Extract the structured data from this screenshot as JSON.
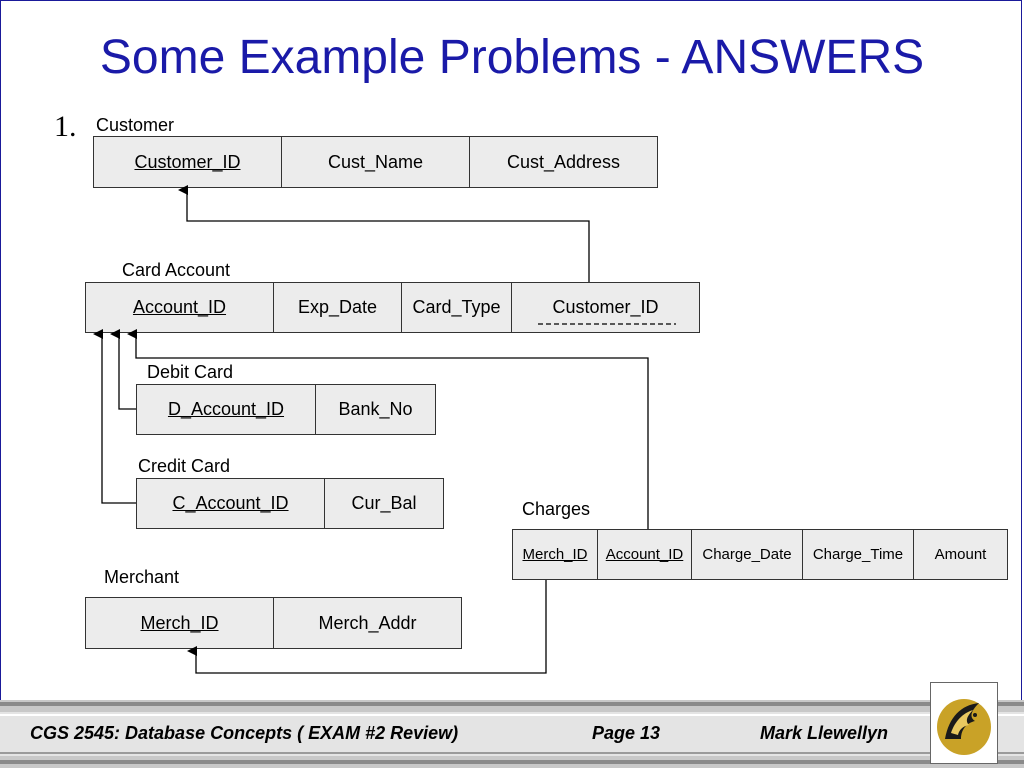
{
  "title": "Some Example Problems - ANSWERS",
  "problem_number": "1.",
  "tables": {
    "customer": {
      "name": "Customer",
      "columns": [
        "Customer_ID",
        "Cust_Name",
        "Cust_Address"
      ]
    },
    "card_account": {
      "name": "Card Account",
      "columns": [
        "Account_ID",
        "Exp_Date",
        "Card_Type",
        "Customer_ID"
      ]
    },
    "debit_card": {
      "name": "Debit Card",
      "columns": [
        "D_Account_ID",
        "Bank_No"
      ]
    },
    "credit_card": {
      "name": "Credit Card",
      "columns": [
        "C_Account_ID",
        "Cur_Bal"
      ]
    },
    "charges": {
      "name": "Charges",
      "columns": [
        "Merch_ID",
        "Account_ID",
        "Charge_Date",
        "Charge_Time",
        "Amount"
      ]
    },
    "merchant": {
      "name": "Merchant",
      "columns": [
        "Merch_ID",
        "Merch_Addr"
      ]
    }
  },
  "footer": {
    "course": "CGS 2545: Database Concepts  ( EXAM #2  Review)",
    "page": "Page 13",
    "author": "Mark Llewellyn"
  },
  "colors": {
    "title": "#1a1aa8",
    "cell_fill": "#ececec",
    "border": "#333333"
  }
}
